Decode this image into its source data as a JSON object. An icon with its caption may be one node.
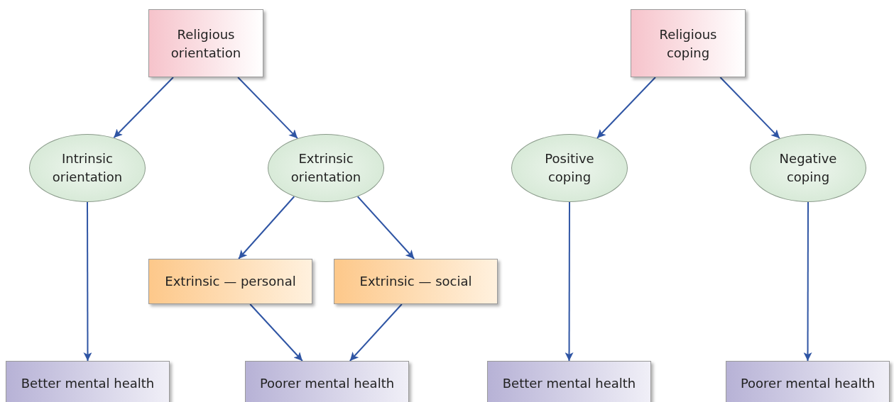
{
  "diagram": {
    "nodes": [
      {
        "text": [
          "Religious orientation"
        ]
      },
      {
        "text": [
          "Intrinsic orientation"
        ]
      },
      {
        "text": [
          "Extrinsic orientation"
        ]
      },
      {
        "text": [
          "Extrinsic — personal"
        ]
      },
      {
        "text": [
          "Extrinsic — social"
        ]
      },
      {
        "text": [
          "Better mental health"
        ]
      },
      {
        "text": [
          "Poorer mental health"
        ]
      },
      {
        "text": [
          "Religious coping"
        ]
      },
      {
        "text": [
          "Positive coping"
        ]
      },
      {
        "text": [
          "Negative coping"
        ]
      },
      {
        "text": [
          "Better mental health"
        ]
      },
      {
        "text": [
          "Poorer mental health"
        ]
      }
    ],
    "edges": [
      {
        "from": 0,
        "to": 1,
        "arrow": "to"
      },
      {
        "from": 0,
        "to": 2,
        "arrow": "to"
      },
      {
        "from": 1,
        "to": 5,
        "arrow": "to"
      },
      {
        "from": 2,
        "to": 3,
        "arrow": "to"
      },
      {
        "from": 2,
        "to": 4,
        "arrow": "to"
      },
      {
        "from": 3,
        "to": 6,
        "arrow": "to"
      },
      {
        "from": 4,
        "to": 6,
        "arrow": "to"
      },
      {
        "from": 7,
        "to": 8,
        "arrow": "to"
      },
      {
        "from": 7,
        "to": 9,
        "arrow": "to"
      },
      {
        "from": 8,
        "to": 10,
        "arrow": "to"
      },
      {
        "from": 9,
        "to": 11,
        "arrow": "to"
      }
    ]
  }
}
